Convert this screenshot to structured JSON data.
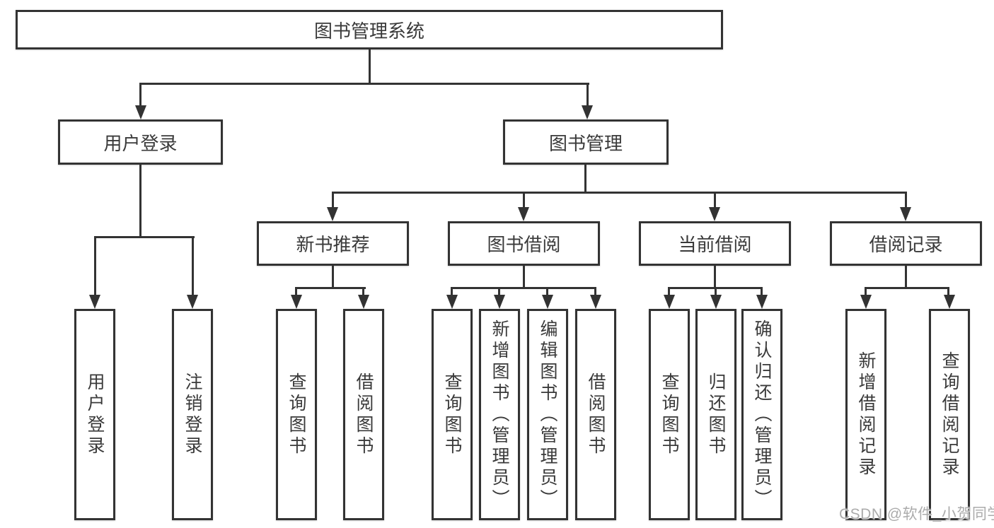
{
  "diagram": {
    "root": {
      "label": "图书管理系统"
    },
    "branches": [
      {
        "label": "用户登录",
        "children": [
          {
            "label": "用户登录"
          },
          {
            "label": "注销登录"
          }
        ]
      },
      {
        "label": "图书管理",
        "children": [
          {
            "label": "新书推荐",
            "children": [
              {
                "label": "查询图书"
              },
              {
                "label": "借阅图书"
              }
            ]
          },
          {
            "label": "图书借阅",
            "children": [
              {
                "label": "查询图书"
              },
              {
                "label": "新增图书（管理员）"
              },
              {
                "label": "编辑图书（管理员）"
              },
              {
                "label": "借阅图书"
              }
            ]
          },
          {
            "label": "当前借阅",
            "children": [
              {
                "label": "查询图书"
              },
              {
                "label": "归还图书"
              },
              {
                "label": "确认归还（管理员）"
              }
            ]
          },
          {
            "label": "借阅记录",
            "children": [
              {
                "label": "新增借阅记录"
              },
              {
                "label": "查询借阅记录"
              }
            ]
          }
        ]
      }
    ]
  },
  "watermark": {
    "text": "CSDN @软件_小贺同学"
  },
  "colors": {
    "line": "#333333",
    "text": "#3a3a3a",
    "background": "#ffffff",
    "watermark": "#ababab"
  }
}
